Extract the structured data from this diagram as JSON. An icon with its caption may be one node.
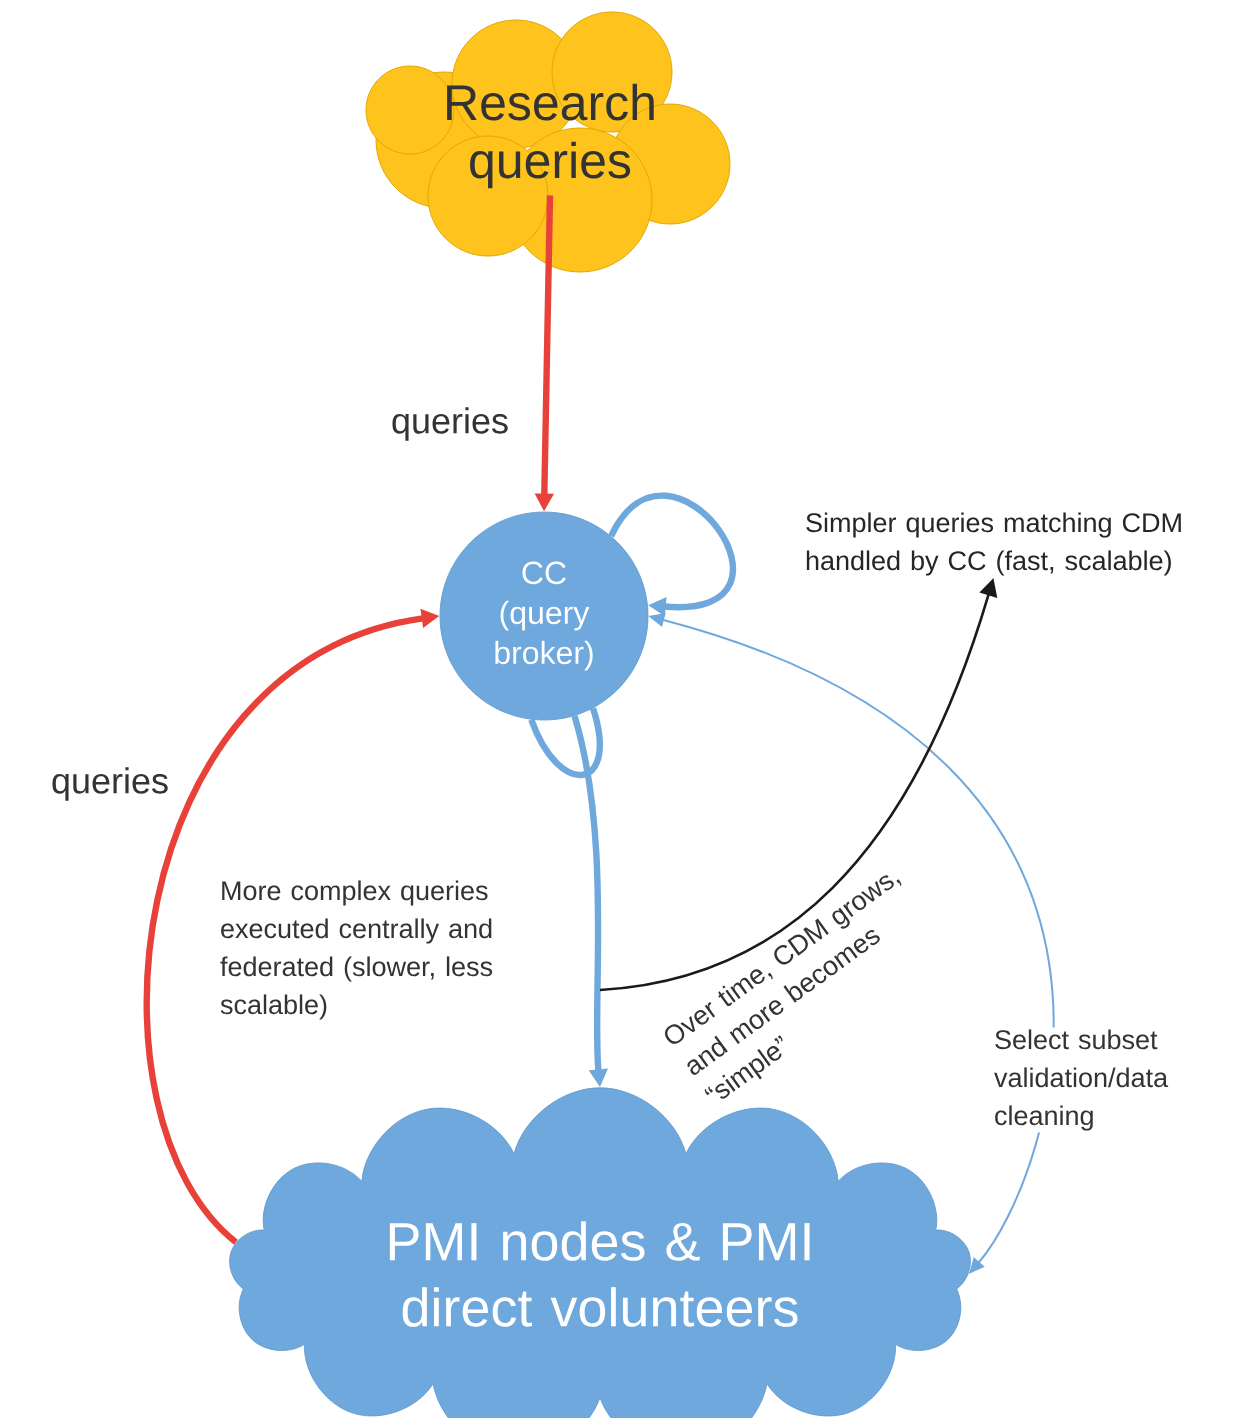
{
  "diagram": {
    "nodes": [
      {
        "text": [
          "Research queries"
        ]
      },
      {
        "text": [
          "CC (query broker)"
        ]
      },
      {
        "text": [
          "PMI nodes & PMI direct volunteers"
        ]
      },
      {
        "text": [
          "Simpler queries matching CDM handled by CC (fast, scalable)"
        ]
      }
    ],
    "edges": [
      {
        "from": 0,
        "to": 1,
        "arrow": "to",
        "label": "queries",
        "color": "#e8413a"
      },
      {
        "from": 2,
        "to": 1,
        "arrow": "to",
        "label": "queries",
        "color": "#e8413a"
      },
      {
        "from": 1,
        "to": 1,
        "arrow": "to",
        "color": "#6fa8dc"
      },
      {
        "from": 1,
        "to": 1,
        "arrow": "none",
        "color": "#6fa8dc"
      },
      {
        "from": 1,
        "to": 2,
        "arrow": "to",
        "label": "More complex queries executed centrally and federated (slower, less scalable)",
        "color": "#6fa8dc"
      },
      {
        "from": 2,
        "to": 1,
        "arrow": "both",
        "label": "Select subset validation/data cleaning",
        "color": "#6fa8dc"
      },
      {
        "from": null,
        "to": 3,
        "arrow": "to",
        "label": "Over time, CDM grows, and more becomes “simple”",
        "color": "#1a1a1a"
      }
    ]
  }
}
